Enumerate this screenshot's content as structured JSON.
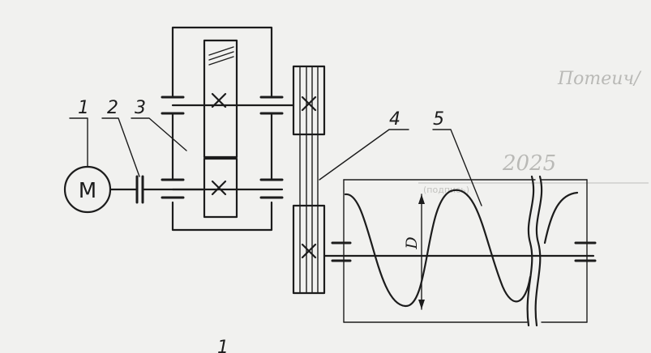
{
  "labels": {
    "motor": "М",
    "part1": "1",
    "part2": "2",
    "part3": "3",
    "part4": "4",
    "part5": "5",
    "diameter": "D",
    "bottom_mark": "1"
  },
  "bleed_through_text": {
    "line1": "Потеич/",
    "line2": "2025",
    "line3": "(подпись)"
  },
  "colors": {
    "ink": "#1c1c1c",
    "paper": "#f1f1ef",
    "ghost": "#b9b9b6"
  }
}
